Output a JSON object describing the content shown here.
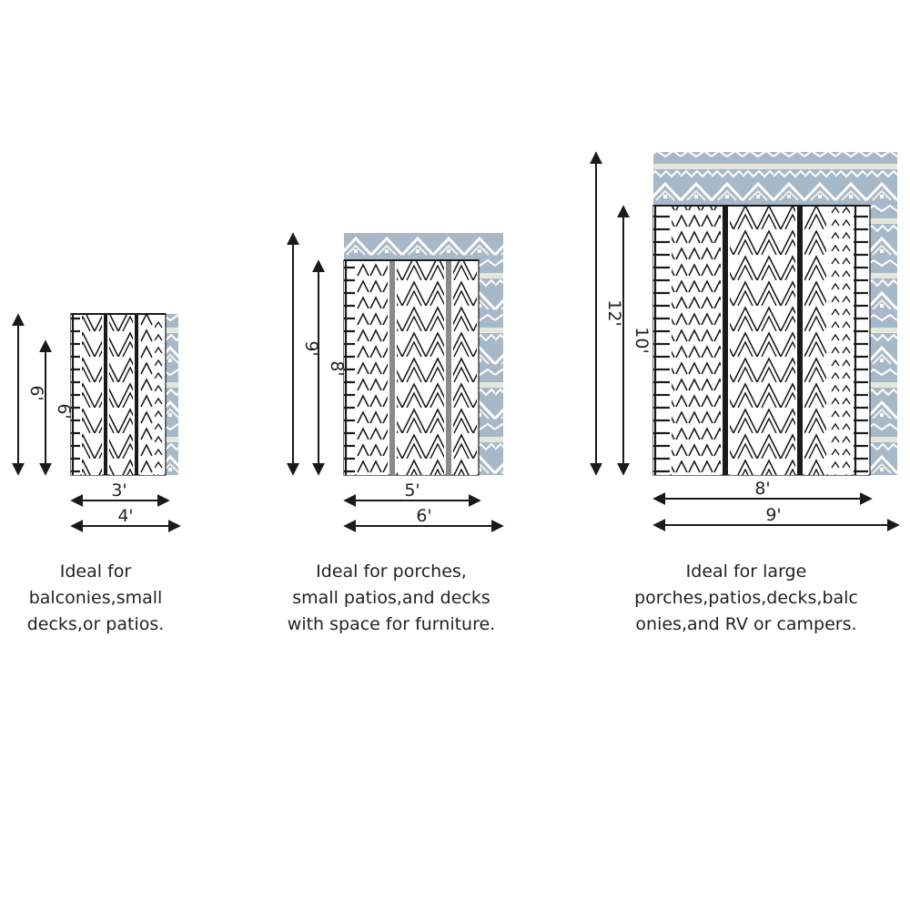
{
  "colors": {
    "ink": "#1a1a1a",
    "rug_blue": "#9fb2c4",
    "rug_light": "#e9e8dc",
    "rug_white": "#ffffff"
  },
  "small": {
    "outer_height": "6'",
    "inner_height": "6'",
    "inner_width": "3'",
    "outer_width": "4'",
    "caption": [
      "Ideal for",
      "balconies,small",
      "decks,or patios."
    ]
  },
  "medium": {
    "outer_height": "9'",
    "inner_height": "8'",
    "inner_width": "5'",
    "outer_width": "6'",
    "caption": [
      "Ideal for porches,",
      "small patios,and decks",
      "with space for furniture."
    ]
  },
  "large": {
    "outer_height": "12'",
    "inner_height": "10'",
    "inner_width": "8'",
    "outer_width": "9'",
    "caption": [
      "Ideal for large",
      "porches,patios,decks,balc",
      "onies,and RV or campers."
    ]
  }
}
